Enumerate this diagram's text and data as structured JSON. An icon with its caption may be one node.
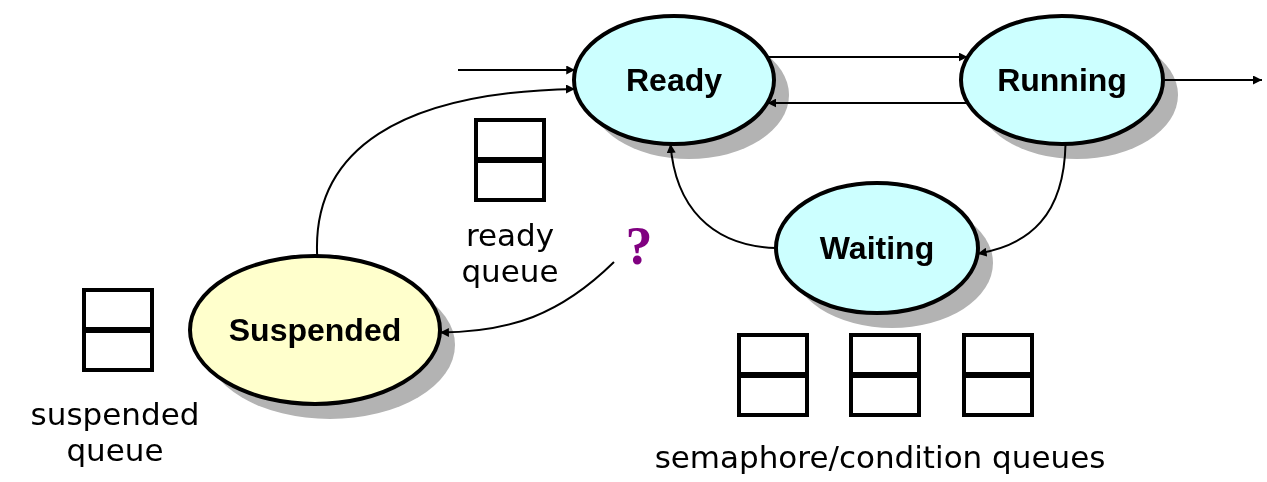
{
  "diagram": {
    "nodes": [
      {
        "text": [
          "Ready"
        ]
      },
      {
        "text": [
          "Running"
        ]
      },
      {
        "text": [
          "Waiting"
        ]
      },
      {
        "text": [
          "Suspended"
        ]
      },
      {
        "text": [
          "?"
        ]
      }
    ],
    "edges": [
      {
        "from": null,
        "to": 0,
        "arrow": "to"
      },
      {
        "from": 3,
        "to": 0,
        "arrow": "to"
      },
      {
        "from": 0,
        "to": 1,
        "arrow": "to"
      },
      {
        "from": 1,
        "to": 0,
        "arrow": "to"
      },
      {
        "from": 1,
        "to": null,
        "arrow": "to"
      },
      {
        "from": 1,
        "to": 2,
        "arrow": "to"
      },
      {
        "from": 2,
        "to": 0,
        "arrow": "to"
      },
      {
        "from": 4,
        "to": 3,
        "arrow": "to"
      }
    ],
    "labels": [
      "ready queue",
      "suspended queue",
      "semaphore/condition queues"
    ]
  }
}
